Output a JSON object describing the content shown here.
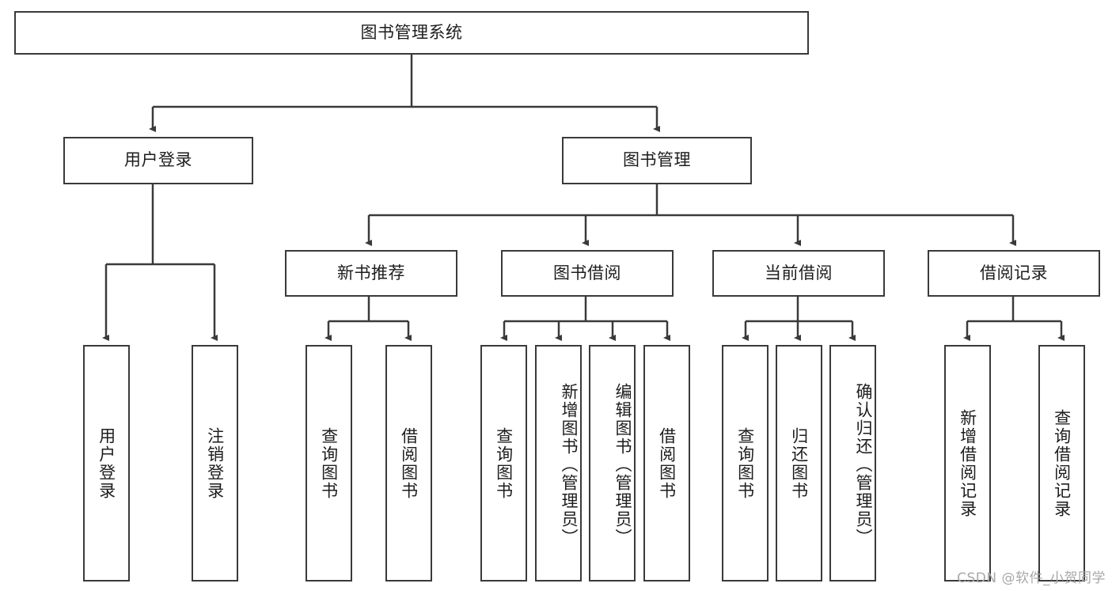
{
  "diagram": {
    "title": "图书管理系统",
    "type": "tree-hierarchy",
    "root": {
      "label": "图书管理系统"
    },
    "level2": [
      {
        "label": "用户登录"
      },
      {
        "label": "图书管理"
      }
    ],
    "level3": [
      {
        "label": "新书推荐"
      },
      {
        "label": "图书借阅"
      },
      {
        "label": "当前借阅"
      },
      {
        "label": "借阅记录"
      }
    ],
    "leaves": {
      "user_login": [
        {
          "label": "用户登录"
        },
        {
          "label": "注销登录"
        }
      ],
      "new_book_recommend": [
        {
          "label": "查询图书"
        },
        {
          "label": "借阅图书"
        }
      ],
      "book_borrow": [
        {
          "label": "查询图书"
        },
        {
          "label": "新增图书（管理员）"
        },
        {
          "label": "编辑图书（管理员）"
        },
        {
          "label": "借阅图书"
        }
      ],
      "current_borrow": [
        {
          "label": "查询图书"
        },
        {
          "label": "归还图书"
        },
        {
          "label": "确认归还（管理员）"
        }
      ],
      "borrow_record": [
        {
          "label": "新增借阅记录"
        },
        {
          "label": "查询借阅记录"
        }
      ]
    }
  },
  "watermark": {
    "text": "CSDN @软件_小贺同学"
  },
  "colors": {
    "stroke": "#3a3a3a",
    "text": "#1d1d1d",
    "background": "#ffffff",
    "watermark": "#a8a8a8"
  }
}
